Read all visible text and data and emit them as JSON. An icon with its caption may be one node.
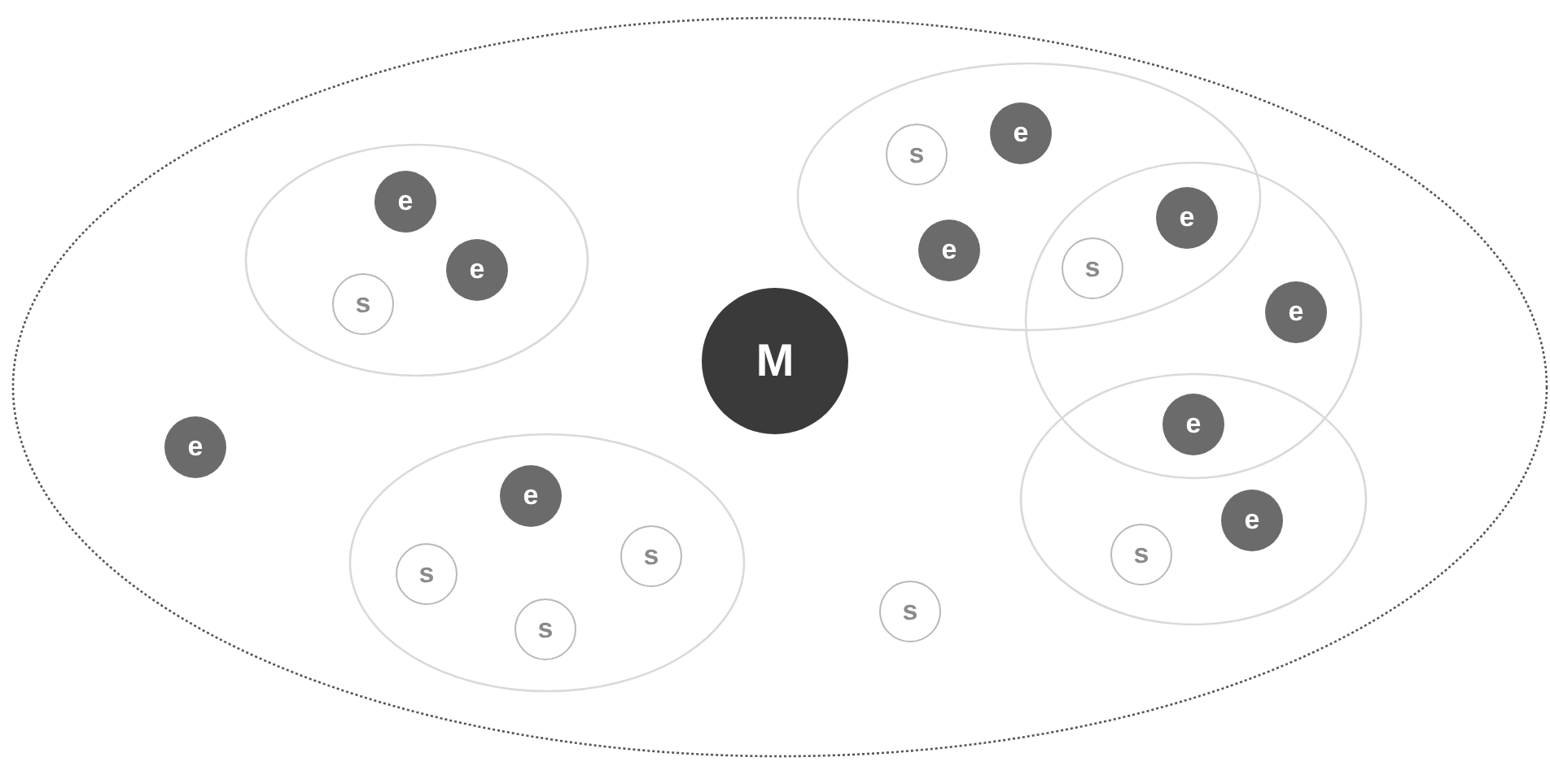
{
  "diagram": {
    "nodes": [
      {
        "text": [],
        "shape": "ellipse"
      },
      {
        "text": [],
        "shape": "ellipse",
        "in": 0
      },
      {
        "text": [
          "e"
        ],
        "in": 1
      },
      {
        "text": [
          "e"
        ],
        "in": 1
      },
      {
        "text": [
          "s"
        ],
        "in": 1
      },
      {
        "text": [],
        "shape": "ellipse",
        "in": 0
      },
      {
        "text": [
          "s"
        ],
        "in": 5
      },
      {
        "text": [
          "e"
        ],
        "in": 5
      },
      {
        "text": [
          "e"
        ],
        "in": 5
      },
      {
        "text": [],
        "shape": "ellipse",
        "in": 0
      },
      {
        "text": [
          "e"
        ]
      },
      {
        "text": [
          "s"
        ]
      },
      {
        "text": [
          "e"
        ],
        "in": 9
      },
      {
        "text": [
          "M"
        ],
        "in": 0
      },
      {
        "text": [
          "e"
        ],
        "in": 0
      },
      {
        "text": [],
        "shape": "ellipse",
        "in": 0
      },
      {
        "text": [
          "e"
        ]
      },
      {
        "text": [
          "e"
        ],
        "in": 15
      },
      {
        "text": [
          "s"
        ],
        "in": 15
      },
      {
        "text": [],
        "shape": "ellipse",
        "in": 0
      },
      {
        "text": [
          "e"
        ],
        "in": 19
      },
      {
        "text": [
          "s"
        ],
        "in": 19
      },
      {
        "text": [
          "s"
        ],
        "in": 19
      },
      {
        "text": [
          "s"
        ],
        "in": 19
      },
      {
        "text": [
          "s"
        ],
        "in": 0
      }
    ],
    "edges": []
  }
}
